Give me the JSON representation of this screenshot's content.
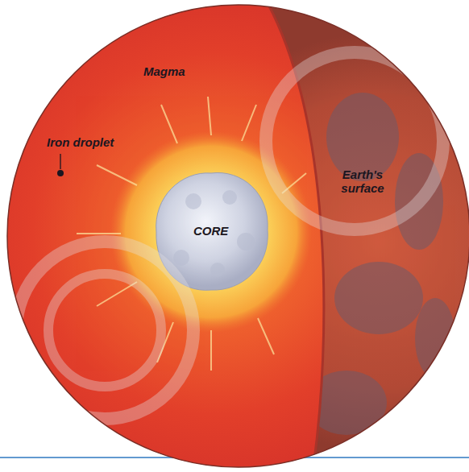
{
  "diagram": {
    "labels": [
      "Magma",
      "Iron droplet",
      "Earth's surface",
      "CORE"
    ]
  }
}
